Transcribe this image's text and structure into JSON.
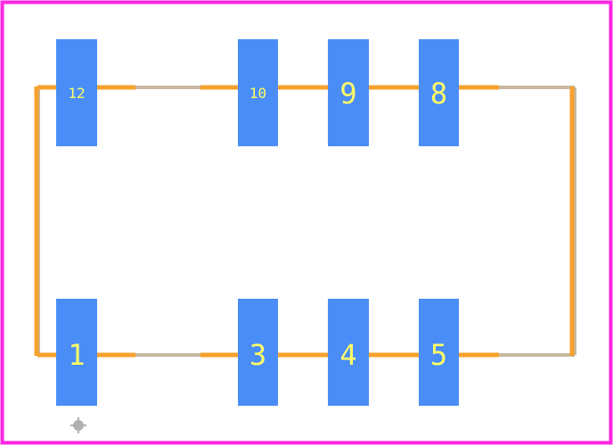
{
  "colors": {
    "courtyard": "#ff26e2",
    "silkscreen": "#f5a22d",
    "fab_outline": "#c8b8a0",
    "pad": "#4a8df6",
    "pad_label": "#ffff66",
    "origin_marker": "#b0b0b0"
  },
  "pads": {
    "top": [
      {
        "label": "12"
      },
      {
        "label": "10"
      },
      {
        "label": "9"
      },
      {
        "label": "8"
      }
    ],
    "bottom": [
      {
        "label": "1"
      },
      {
        "label": "3"
      },
      {
        "label": "4"
      },
      {
        "label": "5"
      }
    ]
  },
  "origin_marker": {
    "icon": "origin-crosshair-icon"
  }
}
